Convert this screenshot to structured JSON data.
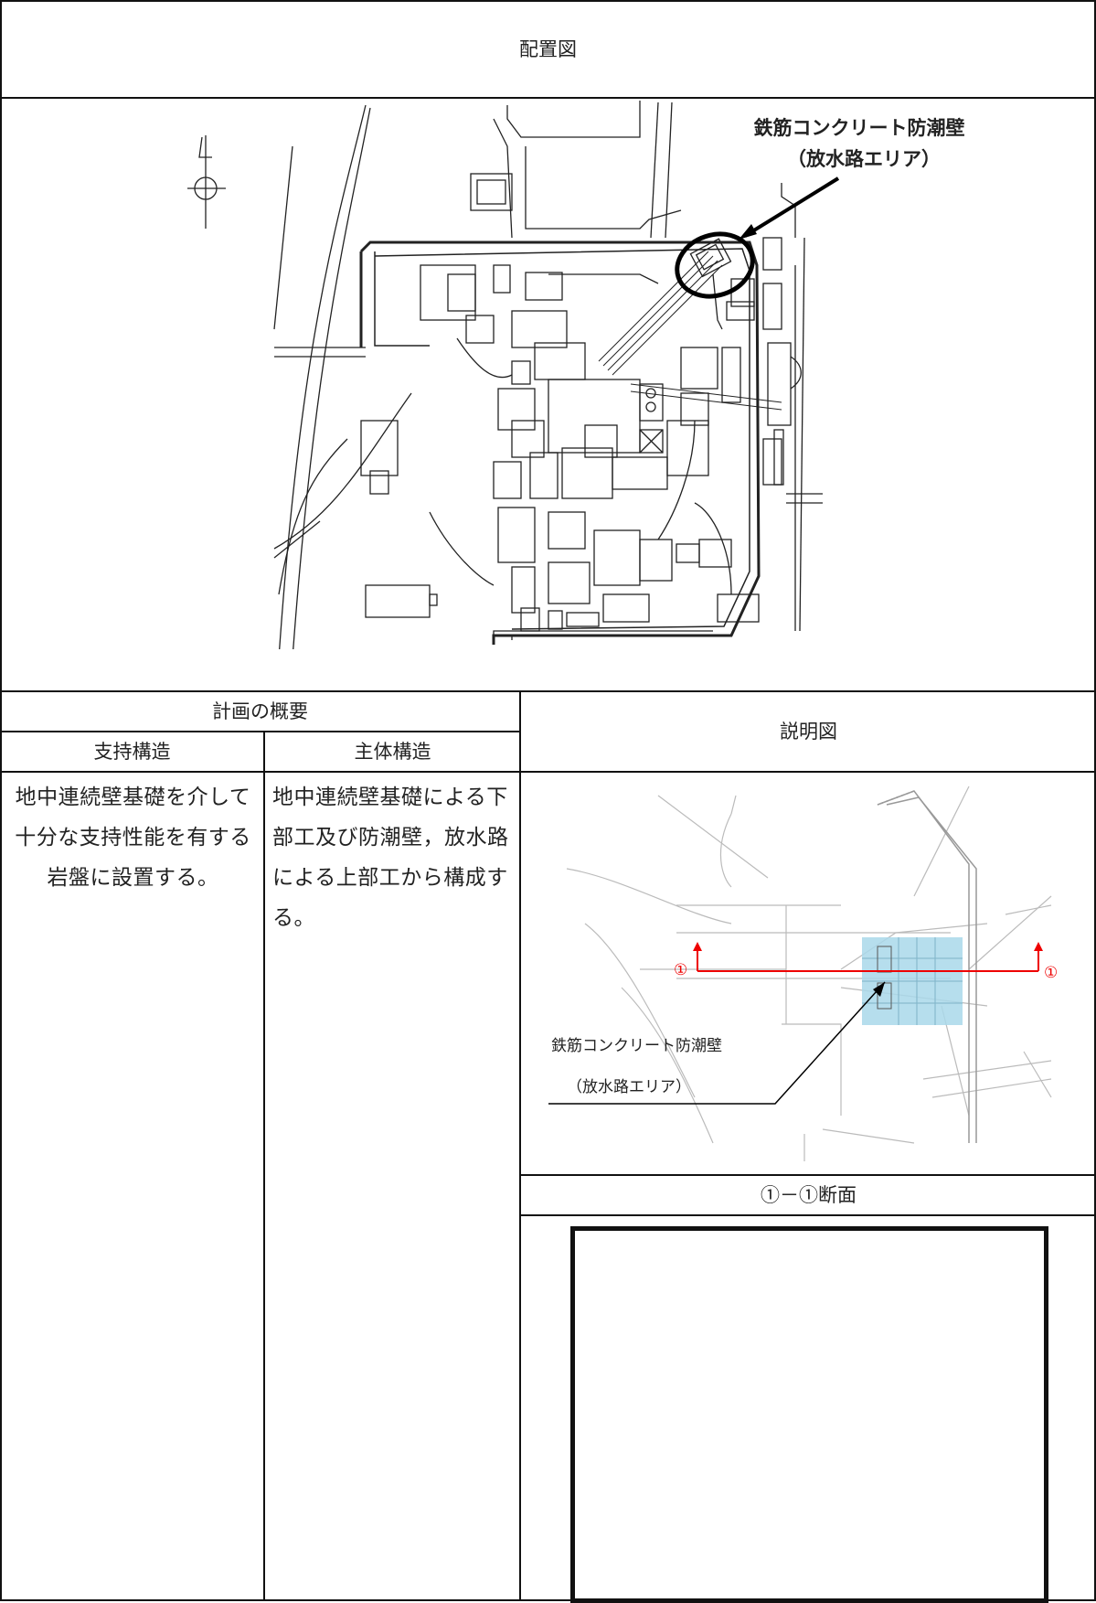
{
  "title": "配置図",
  "map": {
    "callout_line1": "鉄筋コンクリート防潮壁",
    "callout_line2": "（放水路エリア）"
  },
  "plan": {
    "header": "計画の概要",
    "col_support": "支持構造",
    "col_main": "主体構造",
    "support_text": "地中連続壁基礎を介して十分な支持性能を有する岩盤に設置する。",
    "main_text": "地中連続壁基礎による下部工及び防潮壁，放水路による上部工から構成する。"
  },
  "explain": {
    "header": "説明図",
    "marker_left": "①",
    "marker_right": "①",
    "label_line1": "鉄筋コンクリート防潮壁",
    "label_line2": "（放水路エリア）"
  },
  "section": {
    "header": "①－①断面"
  }
}
